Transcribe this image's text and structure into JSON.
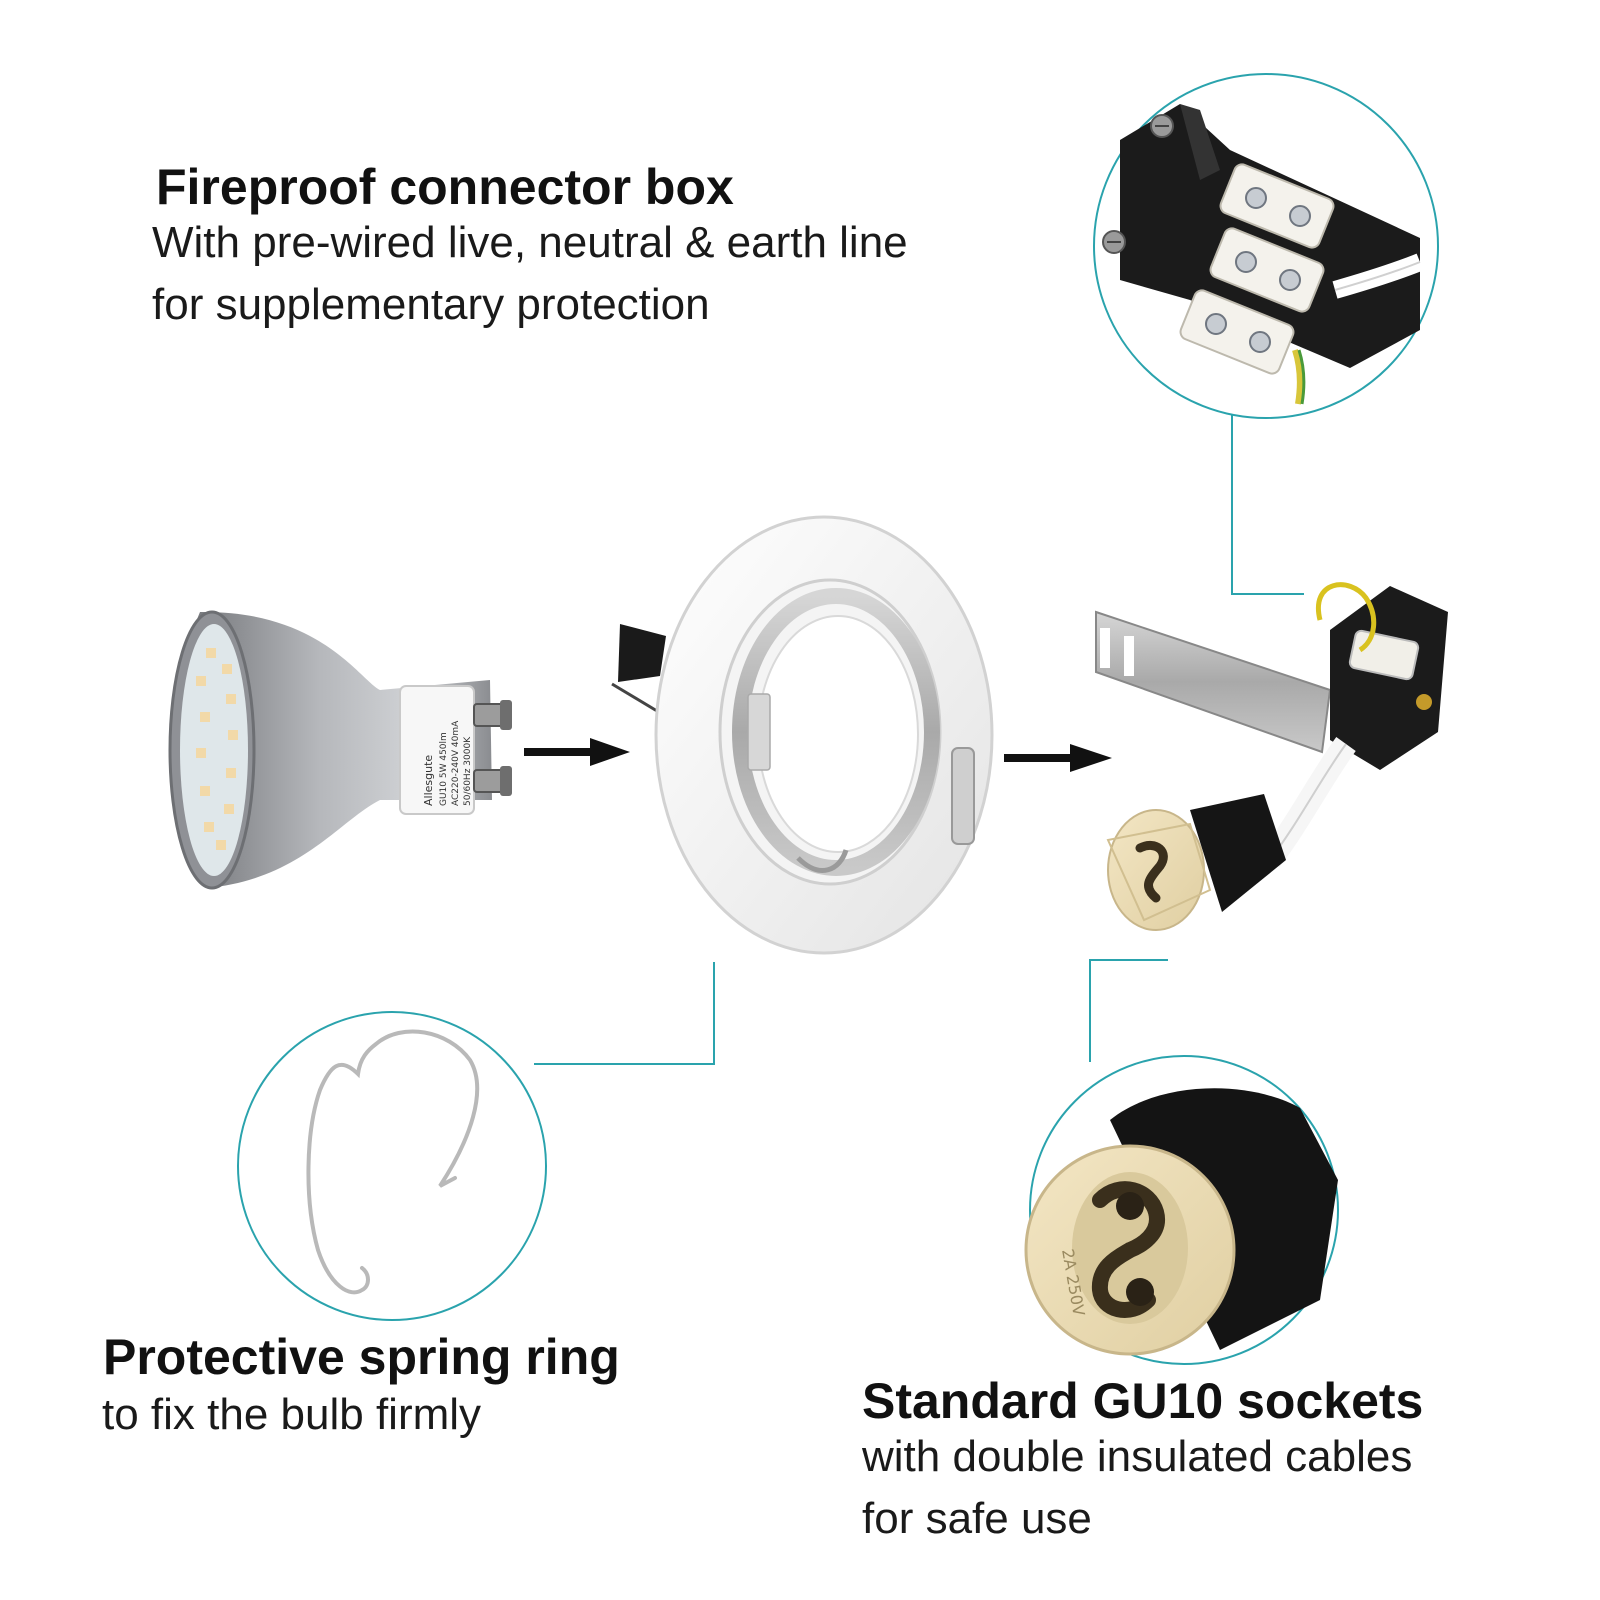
{
  "connector_box": {
    "title": "Fireproof connector box",
    "line1": "With pre-wired live, neutral & earth line",
    "line2": "for supplementary protection"
  },
  "spring_ring": {
    "title": "Protective spring ring",
    "line1": "to fix the bulb firmly"
  },
  "gu10_sockets": {
    "title": "Standard GU10 sockets",
    "line1": "with double insulated cables",
    "line2": "for safe use"
  },
  "bulb_label": {
    "brand": "Allesgute",
    "spec1": "GU10 5W 450lm",
    "spec2": "AC220-240V 40mA",
    "spec3": "50/60Hz 3000K"
  },
  "socket_marking": "2A 250V",
  "colors": {
    "callout_line": "#2aa3ad",
    "arrow": "#111111",
    "heading": "#111111"
  }
}
